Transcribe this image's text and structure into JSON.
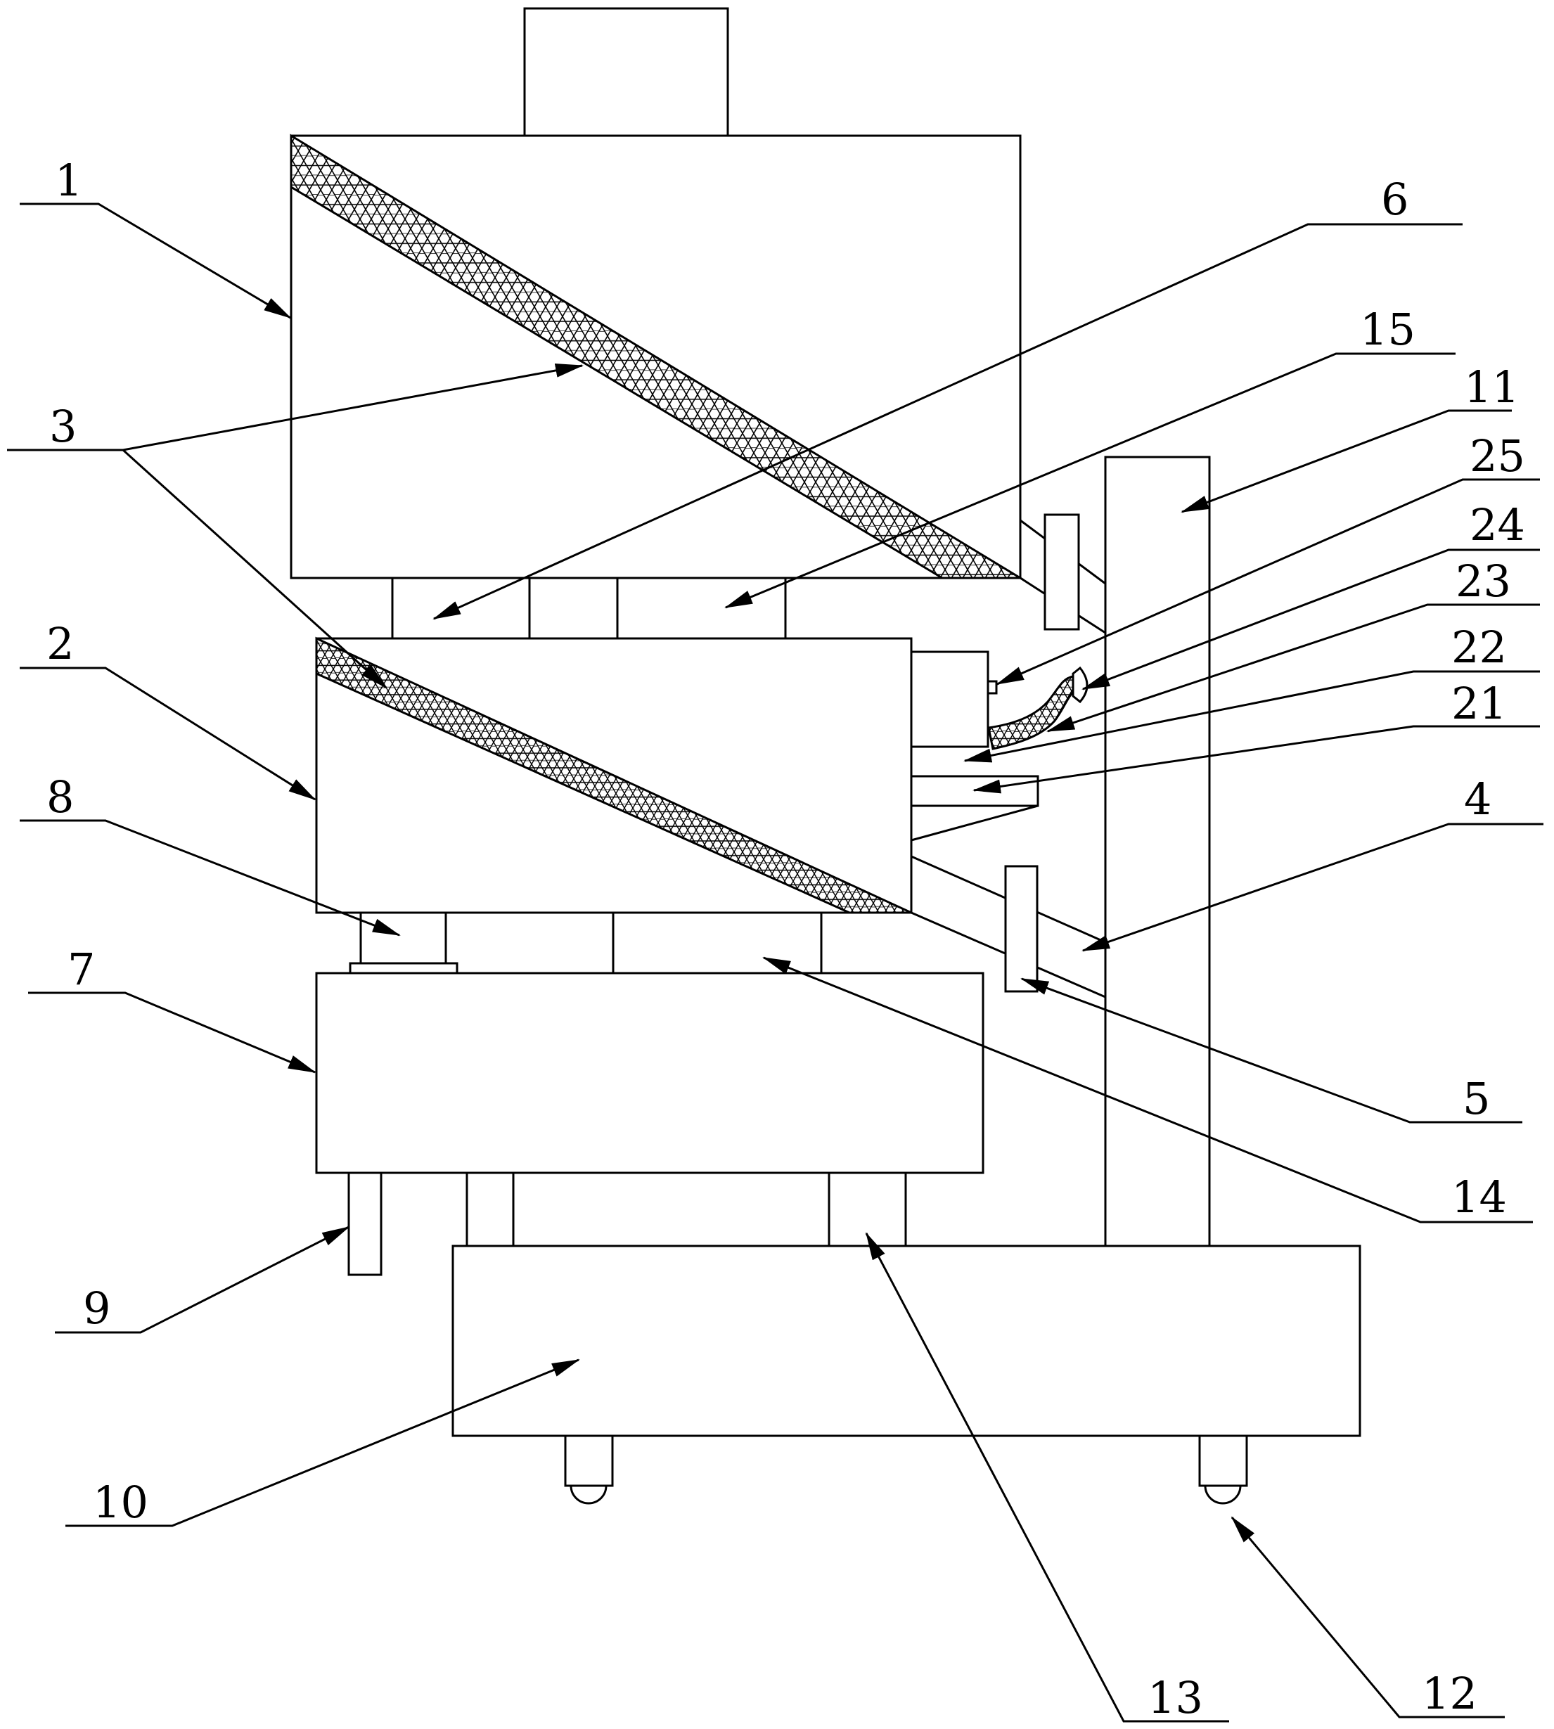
{
  "labels": {
    "l1": "1",
    "l2": "2",
    "l3": "3",
    "l4": "4",
    "l5": "5",
    "l6": "6",
    "l7": "7",
    "l8": "8",
    "l9": "9",
    "l10": "10",
    "l11": "11",
    "l12": "12",
    "l13": "13",
    "l14": "14",
    "l15": "15",
    "l21": "21",
    "l22": "22",
    "l23": "23",
    "l24": "24",
    "l25": "25"
  }
}
